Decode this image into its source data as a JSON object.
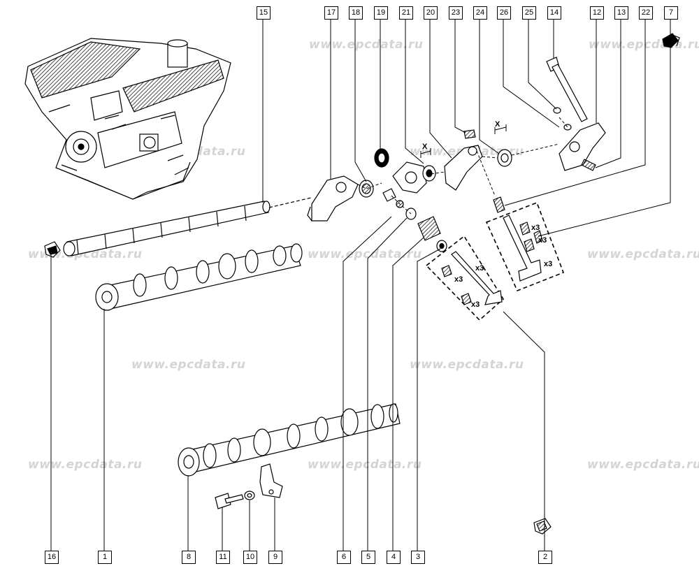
{
  "watermark": "www.epcdata.ru",
  "callouts": {
    "top": [
      "15",
      "17",
      "18",
      "19",
      "21",
      "20",
      "23",
      "24",
      "26",
      "25",
      "14",
      "12",
      "13",
      "22",
      "7"
    ],
    "bottom": [
      "16",
      "1",
      "8",
      "11",
      "10",
      "9",
      "6",
      "5",
      "4",
      "3",
      "2"
    ]
  },
  "annotations": {
    "qty_x3": "x3",
    "clearance_x": "X"
  }
}
